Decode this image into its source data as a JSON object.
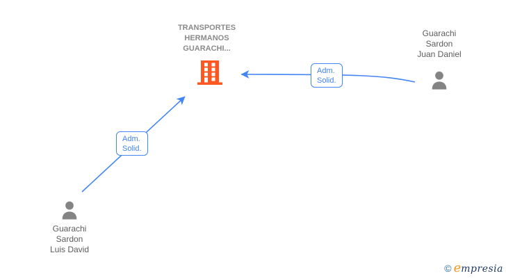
{
  "colors": {
    "edge_blue": "#4285F4",
    "building_orange": "#FF5722",
    "person_icon_gray": "#848484",
    "company_title_gray": "#8A8A8A",
    "person_name_gray": "#5C5C5C",
    "logo_copyright_blue": "#2B6CA3",
    "logo_initial_orange": "#F7941D",
    "logo_text_navy": "#1F3A68"
  },
  "company": {
    "name_lines": [
      "TRANSPORTES",
      "HERMANOS",
      "GUARACHI..."
    ],
    "icon": "building-icon"
  },
  "persons": {
    "right": {
      "name_lines": [
        "Guarachi",
        "Sardon",
        "Juan Daniel"
      ],
      "icon": "person-icon"
    },
    "left": {
      "name_lines": [
        "Guarachi",
        "Sardon",
        "Luis David"
      ],
      "icon": "person-icon"
    }
  },
  "edges": {
    "right_to_company": {
      "label_lines": [
        "Adm.",
        "Solid."
      ]
    },
    "left_to_company": {
      "label_lines": [
        "Adm.",
        "Solid."
      ]
    }
  },
  "logo": {
    "copyright": "©",
    "brand_initial": "e",
    "brand_rest": "mpresia"
  }
}
